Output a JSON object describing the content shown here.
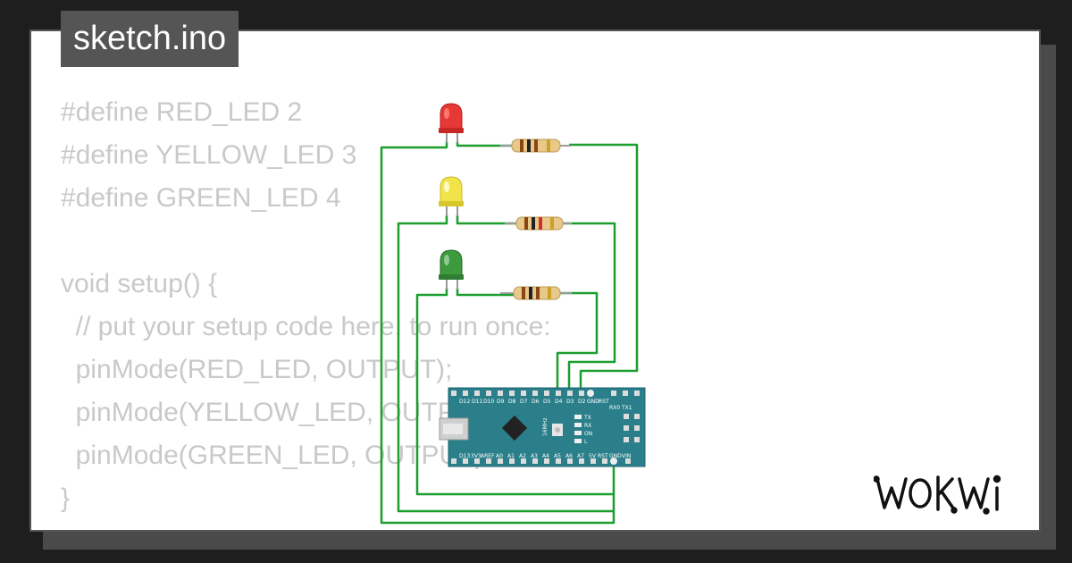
{
  "title": "sketch.ino",
  "code_lines": [
    "#define RED_LED 2",
    "#define YELLOW_LED 3",
    "#define GREEN_LED 4",
    "",
    "void setup() {",
    "  // put your setup code here, to run once:",
    "  pinMode(RED_LED, OUTPUT);",
    "  pinMode(YELLOW_LED, OUTPUT);",
    "  pinMode(GREEN_LED, OUTPUT);",
    "}"
  ],
  "logo": "WOKWi",
  "board": {
    "top_pins": [
      "D12",
      "D11",
      "D10",
      "D9",
      "D8",
      "D7",
      "D6",
      "D5",
      "D4",
      "D3",
      "D2",
      "GND",
      "RST"
    ],
    "bottom_pins": [
      "D13",
      "3V3",
      "AREF",
      "A0",
      "A1",
      "A2",
      "A3",
      "A4",
      "A5",
      "A6",
      "A7",
      "5V",
      "RST",
      "GND",
      "VIN"
    ],
    "header_label": "RX0 TX1",
    "side_labels": [
      "TX",
      "RX",
      "ON",
      "L"
    ],
    "chip_label": "16MHz"
  },
  "colors": {
    "wire": "#1c9e2f",
    "board": "#2a7f8a",
    "led_red": "#e53935",
    "led_yellow": "#f2e34a",
    "led_green": "#3d9b3d"
  }
}
